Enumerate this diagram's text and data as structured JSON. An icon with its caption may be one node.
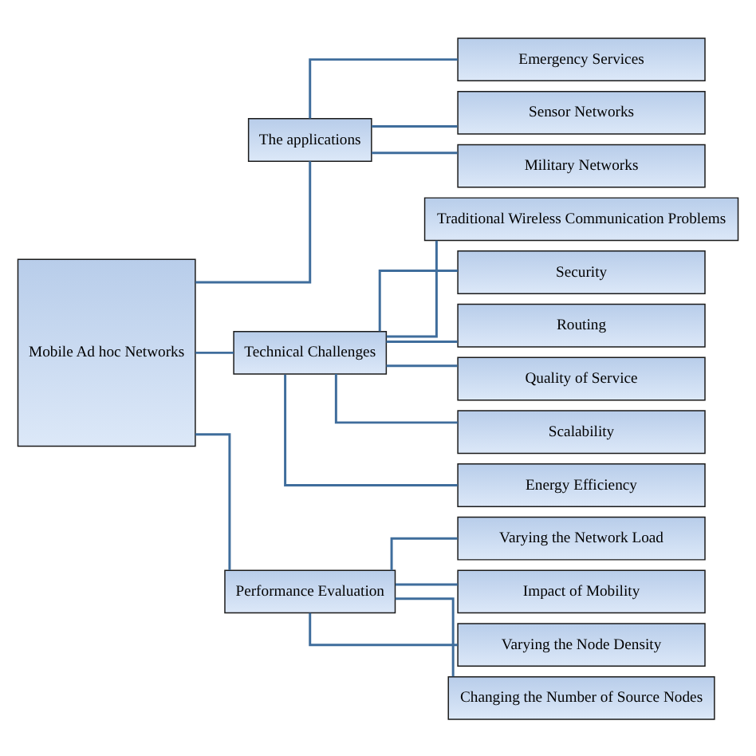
{
  "diagram": {
    "nodes": [
      {
        "text": [
          "Mobile Ad hoc Networks"
        ]
      },
      {
        "text": [
          "The applications"
        ]
      },
      {
        "text": [
          "Emergency Services"
        ]
      },
      {
        "text": [
          "Sensor Networks"
        ]
      },
      {
        "text": [
          "Military Networks"
        ]
      },
      {
        "text": [
          "Technical Challenges"
        ]
      },
      {
        "text": [
          "Traditional Wireless Communication Problems"
        ]
      },
      {
        "text": [
          "Security"
        ]
      },
      {
        "text": [
          "Routing"
        ]
      },
      {
        "text": [
          "Quality of Service"
        ]
      },
      {
        "text": [
          "Scalability"
        ]
      },
      {
        "text": [
          "Energy Efficiency"
        ]
      },
      {
        "text": [
          "Performance Evaluation"
        ]
      },
      {
        "text": [
          "Varying the Network Load"
        ]
      },
      {
        "text": [
          "Impact of Mobility"
        ]
      },
      {
        "text": [
          "Varying the Node Density"
        ]
      },
      {
        "text": [
          "Changing the Number of Source Nodes"
        ]
      }
    ],
    "edges": [
      {
        "from": 0,
        "to": 1,
        "arrow": "none"
      },
      {
        "from": 0,
        "to": 5,
        "arrow": "none"
      },
      {
        "from": 0,
        "to": 12,
        "arrow": "none"
      },
      {
        "from": 1,
        "to": 2,
        "arrow": "none"
      },
      {
        "from": 1,
        "to": 3,
        "arrow": "none"
      },
      {
        "from": 1,
        "to": 4,
        "arrow": "none"
      },
      {
        "from": 5,
        "to": 6,
        "arrow": "none"
      },
      {
        "from": 5,
        "to": 7,
        "arrow": "none"
      },
      {
        "from": 5,
        "to": 8,
        "arrow": "none"
      },
      {
        "from": 5,
        "to": 9,
        "arrow": "none"
      },
      {
        "from": 5,
        "to": 10,
        "arrow": "none"
      },
      {
        "from": 5,
        "to": 11,
        "arrow": "none"
      },
      {
        "from": 12,
        "to": 13,
        "arrow": "none"
      },
      {
        "from": 12,
        "to": 14,
        "arrow": "none"
      },
      {
        "from": 12,
        "to": 15,
        "arrow": "none"
      },
      {
        "from": 12,
        "to": 16,
        "arrow": "none"
      }
    ]
  }
}
